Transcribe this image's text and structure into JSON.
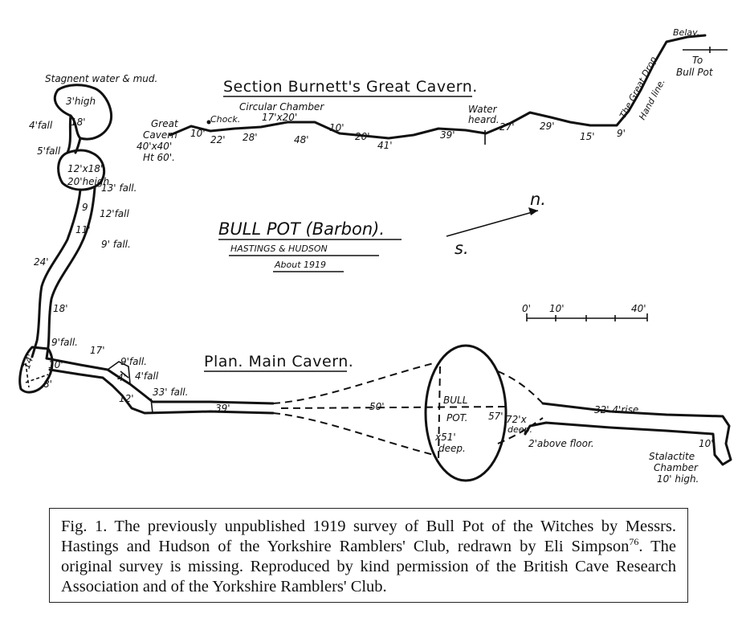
{
  "figure": {
    "title": "BULL POT (Barbon).",
    "surveyors": "HASTINGS & HUDSON",
    "date": "About 1919",
    "section_heading": "Section Burnett's Great Cavern.",
    "plan_heading": "Plan. Main Cavern.",
    "north_label": "n.",
    "south_label": "s.",
    "scale_labels": [
      "0'",
      "10'",
      "40'"
    ]
  },
  "section_labels": {
    "great_cavern_1": "Great",
    "great_cavern_2": "Cavern",
    "great_cavern_3": "40'x40'",
    "great_cavern_4": "Ht 60'.",
    "chock": "Chock.",
    "circular_chamber": "Circular Chamber",
    "circular_dims": "17'x20'",
    "water_heard_1": "Water",
    "water_heard_2": "heard.",
    "great_drop": "The Great Drop.",
    "hand_line": "Hand line.",
    "belay": "Belay.",
    "to_bull_pot_1": "To",
    "to_bull_pot_2": "Bull Pot",
    "lengths": [
      "10'",
      "22'",
      "28'",
      "48'",
      "10'",
      "20'",
      "41'",
      "39'",
      "27'",
      "29'",
      "15'",
      "9'"
    ]
  },
  "plan_labels": {
    "stagnant": "Stagnent water & mud.",
    "three_high": "3'high",
    "eighteen_a": "18'",
    "four_fall": "4'fall",
    "five_fall": "5'fall",
    "chamber_dims": "12'x18'",
    "chamber_height": "20'heigh",
    "thirteen_fall": "13' fall.",
    "nine_a": "9",
    "twelve_fall": "12'fall",
    "eleven": "11'",
    "nine_fall_a": "9' fall.",
    "twenty_four": "24'",
    "eighteen_b": "18'",
    "nine_fall_b": "9'fall.",
    "seventeen": "17'",
    "fourteen": "14'",
    "ten_a": "10'",
    "eight": "8'",
    "nine_fall_c": "9'fall.",
    "four_a": "4'",
    "four_fall_b": "4'fall",
    "twelve": "12'",
    "thirty_three_fall": "33' fall.",
    "thirty_nine": "39'",
    "fifty": "50'",
    "bull": "BULL",
    "pot": "POT.",
    "fifty_seven": "57'",
    "seventy_two_1": "72'x",
    "seventy_two_2": "deep.",
    "fifty_one_1": "x51'",
    "fifty_one_2": "deep.",
    "two_above": "2'above floor.",
    "thirty_two_rise": "32' 4'rise",
    "ten_b": "10'",
    "stalactite_1": "Stalactite",
    "stalactite_2": "Chamber",
    "stalactite_3": "10' high."
  },
  "caption": {
    "text": "Fig. 1. The previously unpublished 1919 survey of Bull Pot of the Witches by Messrs. Hastings and Hudson of the Yorkshire Ramblers' Club, redrawn by Eli Simpson",
    "ref": "76",
    "text_after": ". The original survey is missing. Reproduced by kind permission of the British Cave Research Association and of the Yorkshire Ramblers' Club."
  }
}
